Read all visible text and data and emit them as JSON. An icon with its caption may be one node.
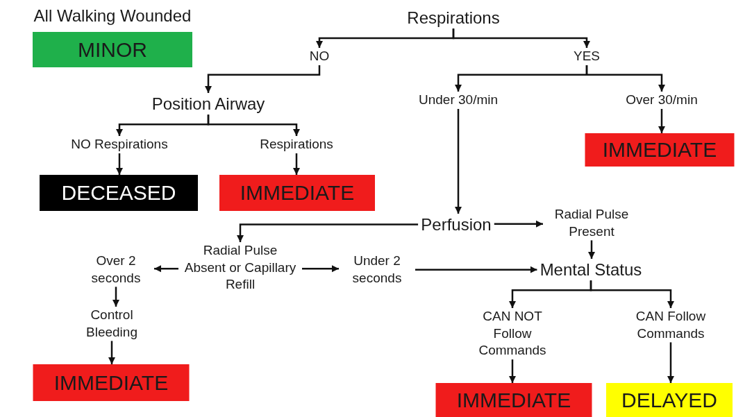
{
  "diagram": {
    "nodes": [
      {
        "text": [
          "MINOR"
        ],
        "beside": [
          "All Walking Wounded"
        ]
      },
      {
        "text": [
          "Respirations"
        ]
      },
      {
        "text": [
          "NO"
        ]
      },
      {
        "text": [
          "YES"
        ]
      },
      {
        "text": [
          "Position Airway"
        ]
      },
      {
        "text": [
          "NO Respirations"
        ]
      },
      {
        "text": [
          "Respirations"
        ]
      },
      {
        "text": [
          "DECEASED"
        ]
      },
      {
        "text": [
          "IMMEDIATE"
        ]
      },
      {
        "text": [
          "Under 30/min"
        ]
      },
      {
        "text": [
          "Over 30/min"
        ]
      },
      {
        "text": [
          "IMMEDIATE"
        ]
      },
      {
        "text": [
          "Perfusion"
        ]
      },
      {
        "text": [
          "Radial Pulse Present"
        ]
      },
      {
        "text": [
          "Radial Pulse Absent or Capillary Refill"
        ]
      },
      {
        "text": [
          "Over 2 seconds"
        ]
      },
      {
        "text": [
          "Under 2 seconds"
        ]
      },
      {
        "text": [
          "Mental Status"
        ]
      },
      {
        "text": [
          "Control Bleeding"
        ]
      },
      {
        "text": [
          "IMMEDIATE"
        ]
      },
      {
        "text": [
          "CAN NOT Follow Commands"
        ]
      },
      {
        "text": [
          "CAN Follow Commands"
        ]
      },
      {
        "text": [
          "IMMEDIATE"
        ]
      },
      {
        "text": [
          "DELAYED"
        ]
      }
    ],
    "edges": [
      {
        "from": 1,
        "to": 2,
        "arrow": "to"
      },
      {
        "from": 1,
        "to": 3,
        "arrow": "to"
      },
      {
        "from": 2,
        "to": 4,
        "arrow": "to"
      },
      {
        "from": 3,
        "to": 9,
        "arrow": "to"
      },
      {
        "from": 3,
        "to": 10,
        "arrow": "to"
      },
      {
        "from": 4,
        "to": 5,
        "arrow": "to"
      },
      {
        "from": 4,
        "to": 6,
        "arrow": "to"
      },
      {
        "from": 5,
        "to": 7,
        "arrow": "to"
      },
      {
        "from": 6,
        "to": 8,
        "arrow": "to"
      },
      {
        "from": 10,
        "to": 11,
        "arrow": "to"
      },
      {
        "from": 9,
        "to": 12,
        "arrow": "to"
      },
      {
        "from": 12,
        "to": 13,
        "arrow": "to"
      },
      {
        "from": 12,
        "to": 14,
        "arrow": "to"
      },
      {
        "from": 14,
        "to": 15,
        "arrow": "to"
      },
      {
        "from": 14,
        "to": 16,
        "arrow": "to"
      },
      {
        "from": 16,
        "to": 17,
        "arrow": "to"
      },
      {
        "from": 13,
        "to": 17,
        "arrow": "to"
      },
      {
        "from": 15,
        "to": 18,
        "arrow": "to"
      },
      {
        "from": 18,
        "to": 19,
        "arrow": "to"
      },
      {
        "from": 17,
        "to": 20,
        "arrow": "to"
      },
      {
        "from": 17,
        "to": 21,
        "arrow": "to"
      },
      {
        "from": 20,
        "to": 22,
        "arrow": "to"
      },
      {
        "from": 21,
        "to": 23,
        "arrow": "to"
      }
    ]
  }
}
